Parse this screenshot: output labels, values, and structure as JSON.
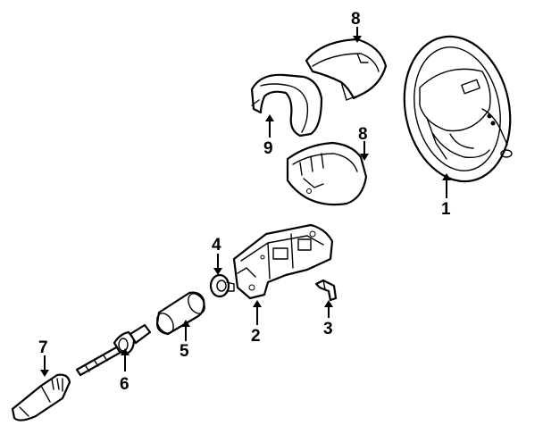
{
  "callouts": [
    {
      "id": "1",
      "label": "1"
    },
    {
      "id": "2",
      "label": "2"
    },
    {
      "id": "3",
      "label": "3"
    },
    {
      "id": "4",
      "label": "4"
    },
    {
      "id": "5",
      "label": "5"
    },
    {
      "id": "6",
      "label": "6"
    },
    {
      "id": "7",
      "label": "7"
    },
    {
      "id": "8a",
      "label": "8"
    },
    {
      "id": "8b",
      "label": "8"
    },
    {
      "id": "9",
      "label": "9"
    }
  ]
}
